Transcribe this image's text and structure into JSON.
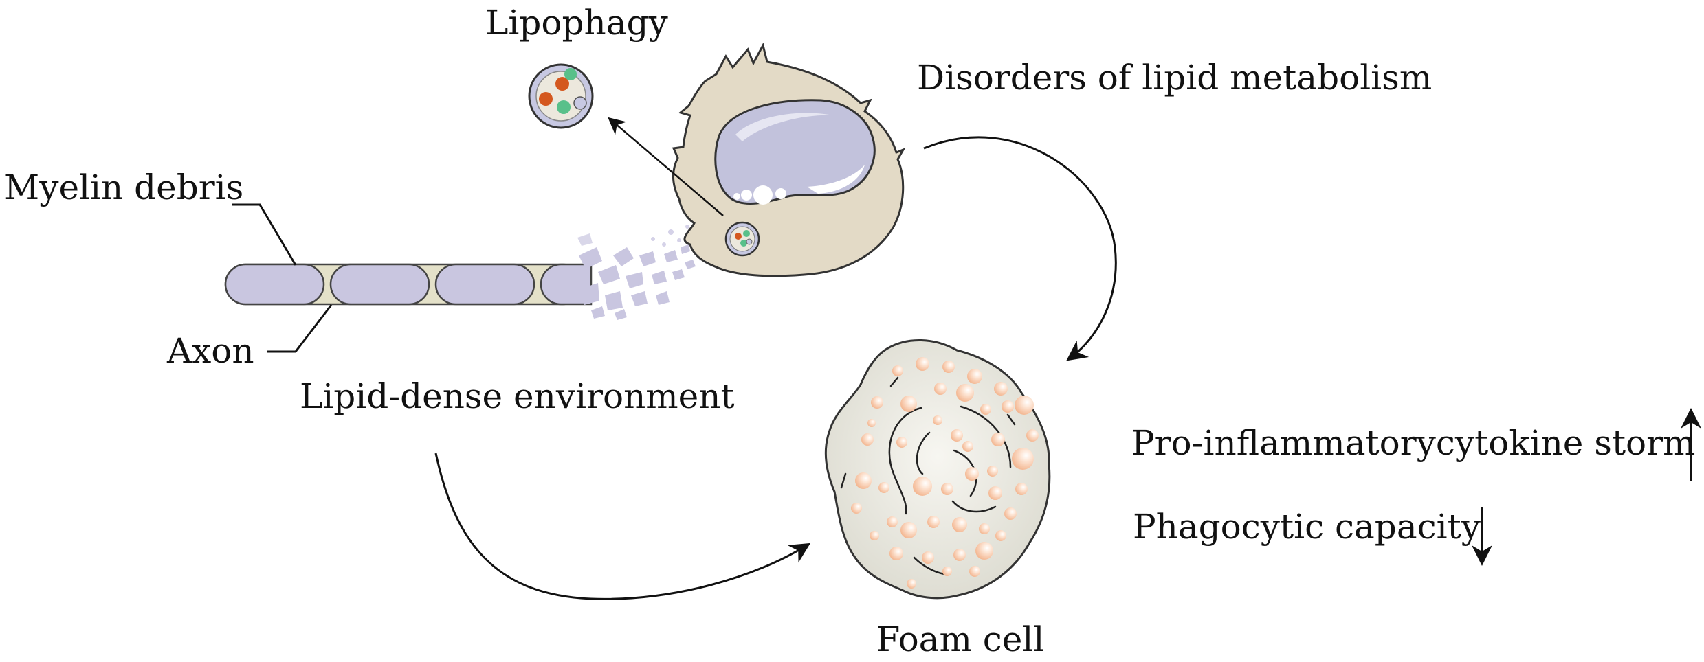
{
  "labels": {
    "lipophagy": "Lipophagy",
    "disorders": "Disorders of lipid metabolism",
    "myelin_debris": "Myelin debris",
    "axon": "Axon",
    "lipid_dense": "Lipid-dense environment",
    "foam_cell": "Foam cell",
    "cytokine": "Pro-inflammatorycytokine storm",
    "phagocytic": "Phagocytic capacity"
  },
  "indicators": {
    "cytokine": "up-arrow",
    "phagocytic": "down-arrow"
  },
  "colors": {
    "macrophage_body": "#e3dac6",
    "nucleus": "#c2c2dc",
    "myelin": "#c9c6e0",
    "node_of_ranvier": "#e4e1c9",
    "foam_body": "#ebeae2",
    "lipid_droplet": "#f8c7a8",
    "vesicle_orange": "#d4581f",
    "vesicle_green": "#59c08a",
    "vesicle_lavender": "#c7c8e2"
  }
}
